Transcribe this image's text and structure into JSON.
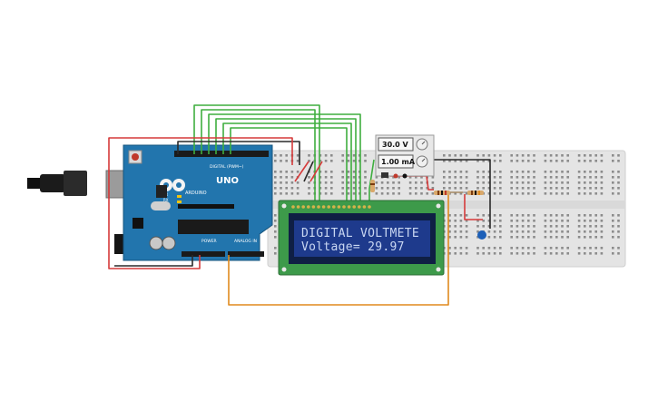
{
  "lcd": {
    "line1": "DIGITAL VOLTMETE",
    "line2": "Voltage= 29.97"
  },
  "power_supply": {
    "voltage": "30.0 V",
    "current": "1.00 mA"
  },
  "arduino": {
    "logo": "UNO",
    "brand": "ARDUINO",
    "header_digital": "DIGITAL (PWM~)",
    "header_power": "POWER",
    "header_analog": "ANALOG IN",
    "label_tx": "TX",
    "label_rx": "RX",
    "label_l": "L"
  },
  "colors": {
    "arduino_board": "#1f6fa8",
    "lcd_pcb": "#3d9a4a",
    "lcd_screen": "#1e3a8c",
    "breadboard": "#e6e6e6",
    "wire_red": "#d63a3a",
    "wire_black": "#2a2a2a",
    "wire_green": "#3fae3f",
    "wire_orange": "#e08a1e"
  }
}
